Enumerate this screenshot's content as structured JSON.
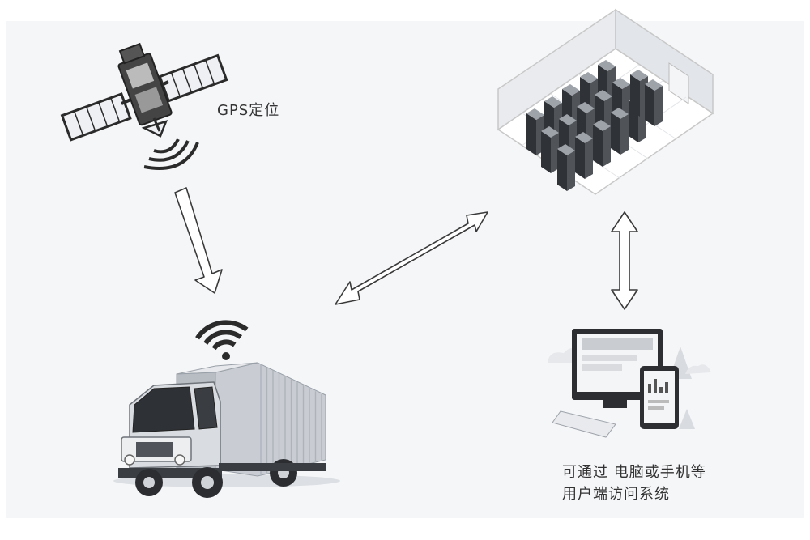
{
  "gps_label": "GPS定位",
  "access_label_line1": "可通过 电脑或手机等",
  "access_label_line2": "用户端访问系统",
  "icons": [
    "satellite-icon",
    "data-center-icon",
    "truck-icon",
    "computer-phone-icon",
    "wifi-signal-icon"
  ],
  "colors": {
    "background": "#f5f6f8",
    "stroke": "#3a3a3a",
    "arrow_fill": "#ffffff"
  }
}
